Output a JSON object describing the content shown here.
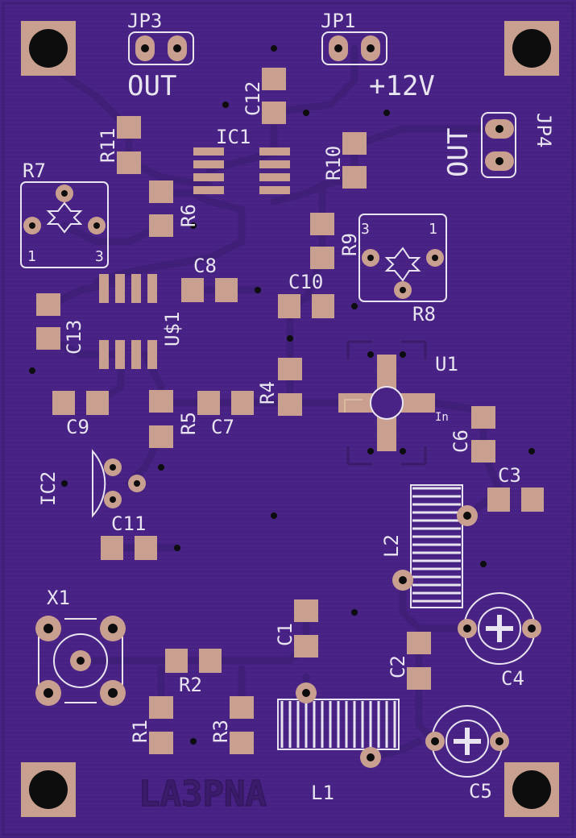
{
  "board": {
    "colors": {
      "substrate": "#4a2387",
      "copper_trace": "#3f1f78",
      "pad": "#c9a08f",
      "silkscreen": "#e8e4f0",
      "drill": "#0d0d0d",
      "logo": "#3a1c6a"
    },
    "logo_text": "LA3PNA",
    "labels": {
      "jp3": "JP3",
      "jp3_out": "OUT",
      "jp1": "JP1",
      "jp1_supply": "+12V",
      "jp4": "JP4",
      "jp4_out": "OUT",
      "ic1": "IC1",
      "ic2": "IC2",
      "u1": "U1",
      "u1_in": "In",
      "ua1": "U$1",
      "x1": "X1",
      "r1": "R1",
      "r2": "R2",
      "r3": "R3",
      "r4": "R4",
      "r5": "R5",
      "r6": "R6",
      "r7": "R7",
      "r8": "R8",
      "r9": "R9",
      "r10": "R10",
      "r11": "R11",
      "c1": "C1",
      "c2": "C2",
      "c3": "C3",
      "c4": "C4",
      "c5": "C5",
      "c6": "C6",
      "c7": "C7",
      "c8": "C8",
      "c9": "C9",
      "c10": "C10",
      "c11": "C11",
      "c12": "C12",
      "c13": "C13",
      "l1": "L1",
      "l2": "L2",
      "r7_pin1": "1",
      "r7_pin3": "3",
      "r8_pin3": "3",
      "r8_pin1": "1"
    }
  }
}
